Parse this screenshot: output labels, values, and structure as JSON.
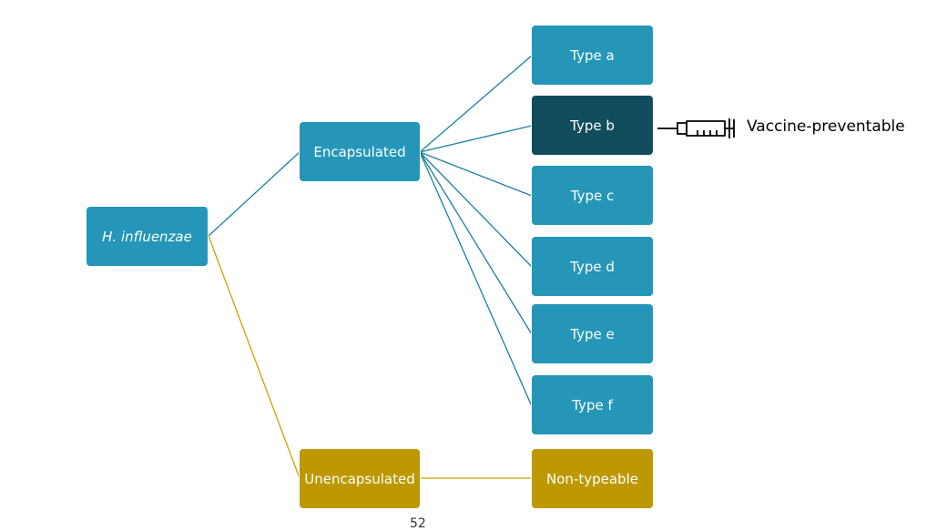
{
  "colors": {
    "teal": "#2596b8",
    "dark_teal": "#124d5c",
    "gold": "#bd9800",
    "teal_line": "#1e7fa0",
    "gold_line": "#c9a300"
  },
  "nodes": {
    "root": "H. influenzae",
    "encapsulated": "Encapsulated",
    "unencapsulated": "Unencapsulated",
    "type_a": "Type a",
    "type_b": "Type b",
    "type_c": "Type c",
    "type_d": "Type d",
    "type_e": "Type e",
    "type_f": "Type f",
    "non_typeable": "Non-typeable"
  },
  "annotation": {
    "icon": "syringe-icon",
    "label": "Vaccine-preventable"
  },
  "page_number": "52"
}
